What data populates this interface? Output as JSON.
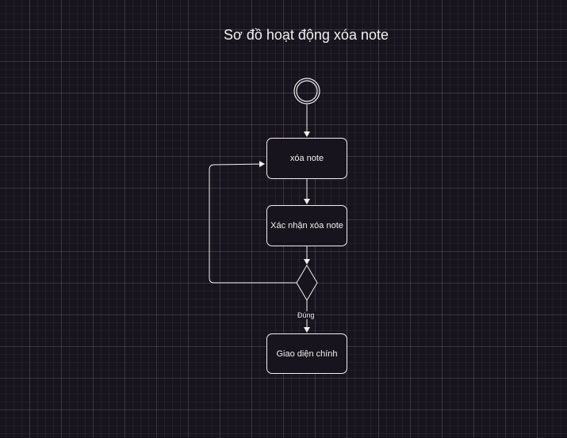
{
  "diagram": {
    "title": "Sơ đồ hoạt động xóa note",
    "nodes": {
      "delete_note": "xóa note",
      "confirm_delete": "Xác nhận xóa note",
      "main_screen": "Giao diện chính"
    },
    "edges": {
      "yes_label": "Đúng"
    },
    "colors": {
      "background": "#18141d",
      "stroke": "#f0f0f0"
    }
  }
}
